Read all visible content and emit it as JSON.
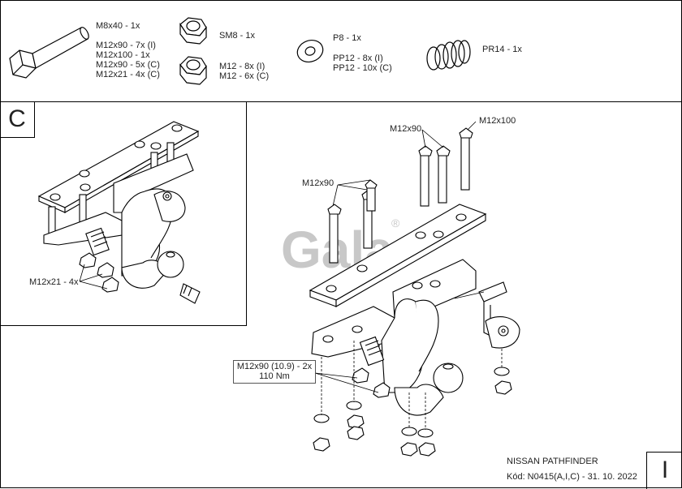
{
  "parts": {
    "bolt": {
      "lines": [
        "M8x40 - 1x",
        "M12x90 - 7x (I)",
        "M12x100 - 1x",
        "M12x90 - 5x (C)",
        "M12x21 - 4x (C)"
      ]
    },
    "nut_small": {
      "label": "SM8 - 1x"
    },
    "nut_large": {
      "lines": [
        "M12 - 8x (I)",
        "M12 - 6x (C)"
      ]
    },
    "washer": {
      "lines": [
        "P8 - 1x",
        "PP12 - 8x (I)",
        "PP12 - 10x (C)"
      ]
    },
    "spring": {
      "label": "PR14 - 1x"
    }
  },
  "panel_c": {
    "tag": "C",
    "callout": "M12x21 - 4x"
  },
  "panel_i": {
    "tag": "I",
    "callouts": {
      "bolt_a": "M12x90",
      "bolt_b": "M12x90",
      "bolt_c": "M12x100",
      "torque_line1": "M12x90 (10.9) - 2x",
      "torque_line2": "110 Nm"
    },
    "watermark": "Gala",
    "watermark_mark": "®"
  },
  "footer": {
    "model": "NISSAN PATHFINDER",
    "code": "Kód: N0415(A,I,C) - 31. 10. 2022"
  }
}
